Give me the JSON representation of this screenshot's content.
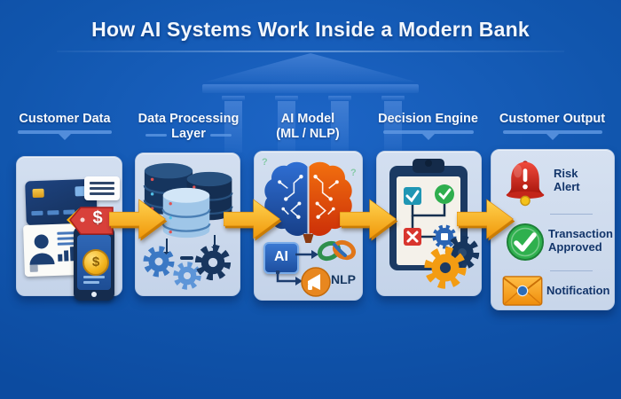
{
  "title": "How AI Systems Work Inside a Modern Bank",
  "stages": [
    {
      "label": "Customer Data"
    },
    {
      "label": "Data Processing",
      "sublabel": "Layer"
    },
    {
      "label": "AI Model",
      "sublabel": "(ML / NLP)"
    },
    {
      "label": "Decision Engine"
    },
    {
      "label": "Customer Output"
    }
  ],
  "customer_data_panel": {
    "currency_symbol": "$"
  },
  "ai_panel": {
    "chip_label": "AI",
    "nlp_label": "NLP",
    "decoration_mark": "?"
  },
  "output_panel": {
    "items": [
      {
        "icon": "alert-bell-icon",
        "label": "Risk Alert"
      },
      {
        "icon": "check-circle-icon",
        "label": "Transaction Approved"
      },
      {
        "icon": "envelope-icon",
        "label": "Notification"
      }
    ]
  },
  "colors": {
    "background_blue": "#1156ae",
    "panel_blue": "#cdd9ec",
    "arrow_gold": "#f6a50d",
    "navy": "#16355e",
    "alert_red": "#d8352e",
    "approve_green": "#2fae4e",
    "notify_orange": "#f0921e",
    "ai_left_blue": "#2158ab",
    "ai_right_orange": "#e4590e"
  }
}
